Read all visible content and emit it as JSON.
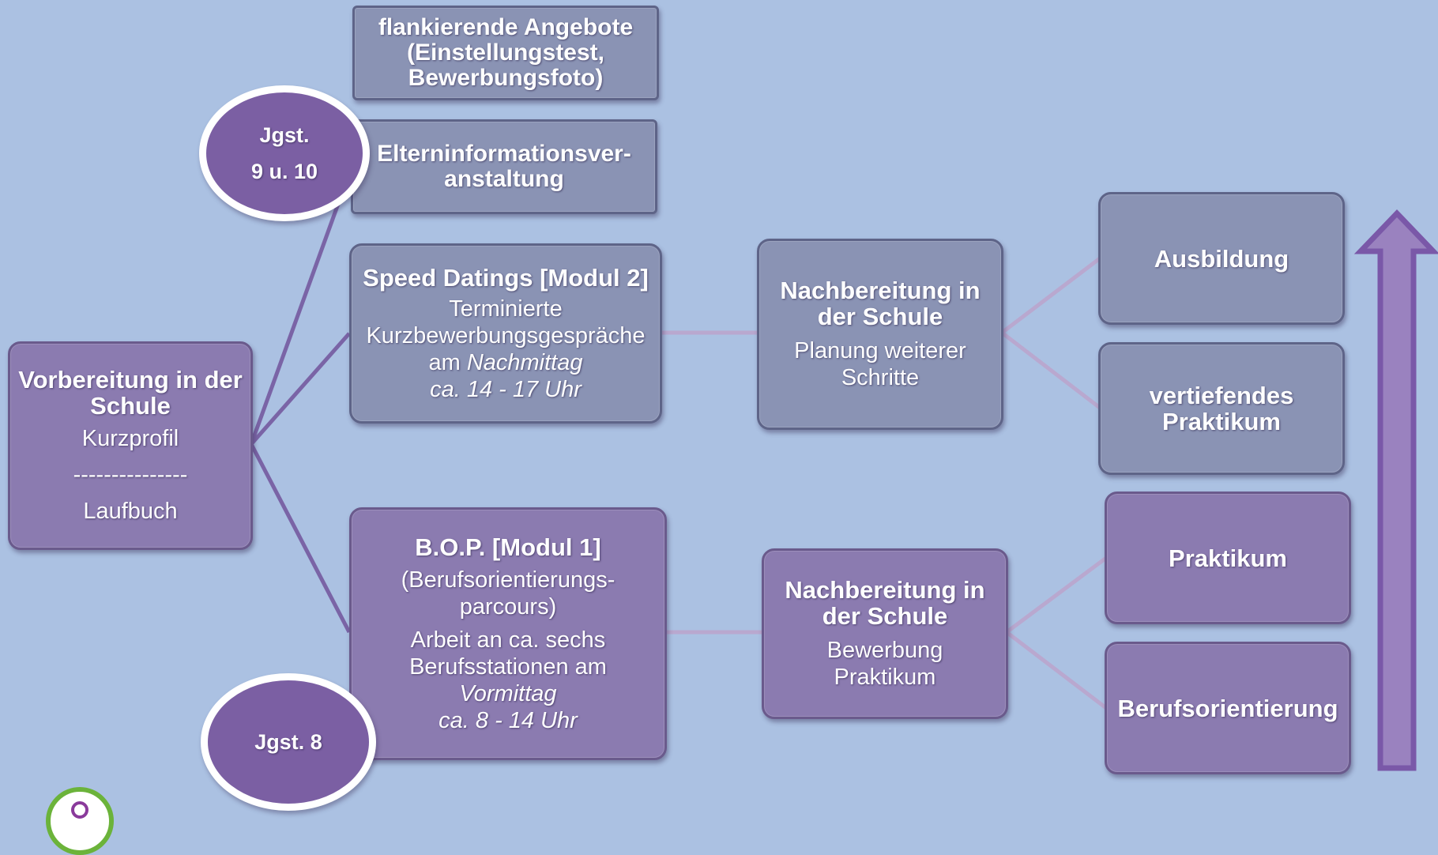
{
  "colors": {
    "background": "#abc1e2",
    "box_grey": "#8a93b4",
    "box_purple": "#8b7bb0",
    "connector": "#7a64a6",
    "connector_light": "#b9a8cf",
    "circle": "#7b5fa3",
    "arrow": "#7a58a8"
  },
  "prep": {
    "title": "Vorbereitung in der Schule",
    "line1": "Kurzprofil",
    "divider": "---------------",
    "line2": "Laufbuch"
  },
  "grade_upper": {
    "line1": "Jgst.",
    "line2": "9 u. 10"
  },
  "grade_lower": {
    "label": "Jgst. 8"
  },
  "flank": {
    "line1": "flankierende Angebote",
    "line2": "(Einstellungstest,",
    "line3": "Bewerbungsfoto)"
  },
  "parents": {
    "line1": "Elterninformationsver-",
    "line2": "anstaltung"
  },
  "speed": {
    "title": "Speed Datings [Modul 2]",
    "line1": "Terminierte",
    "line2": "Kurzbewerbungsgespräche",
    "line3_prefix": "am ",
    "line3_italic": "Nachmittag",
    "line4": "ca. 14 - 17 Uhr"
  },
  "bop": {
    "title": "B.O.P. [Modul 1]",
    "line1": "(Berufsorientierungs-",
    "line2": "parcours)",
    "line3": "Arbeit an ca. sechs",
    "line4": "Berufsstationen am",
    "line5": "Vormittag",
    "line6": "ca. 8 - 14 Uhr"
  },
  "post_upper": {
    "title1": "Nachbereitung in",
    "title2": "der Schule",
    "line1": "Planung weiterer",
    "line2": "Schritte"
  },
  "post_lower": {
    "title1": "Nachbereitung in",
    "title2": "der Schule",
    "line1": "Bewerbung",
    "line2": "Praktikum"
  },
  "outcomes": {
    "ausbildung": "Ausbildung",
    "vertiefend1": "vertiefendes",
    "vertiefend2": "Praktikum",
    "praktikum": "Praktikum",
    "berufsorientierung": "Berufsorientierung"
  },
  "icons": {
    "arrow": "up-arrow-icon",
    "logo": "school-logo-icon"
  }
}
